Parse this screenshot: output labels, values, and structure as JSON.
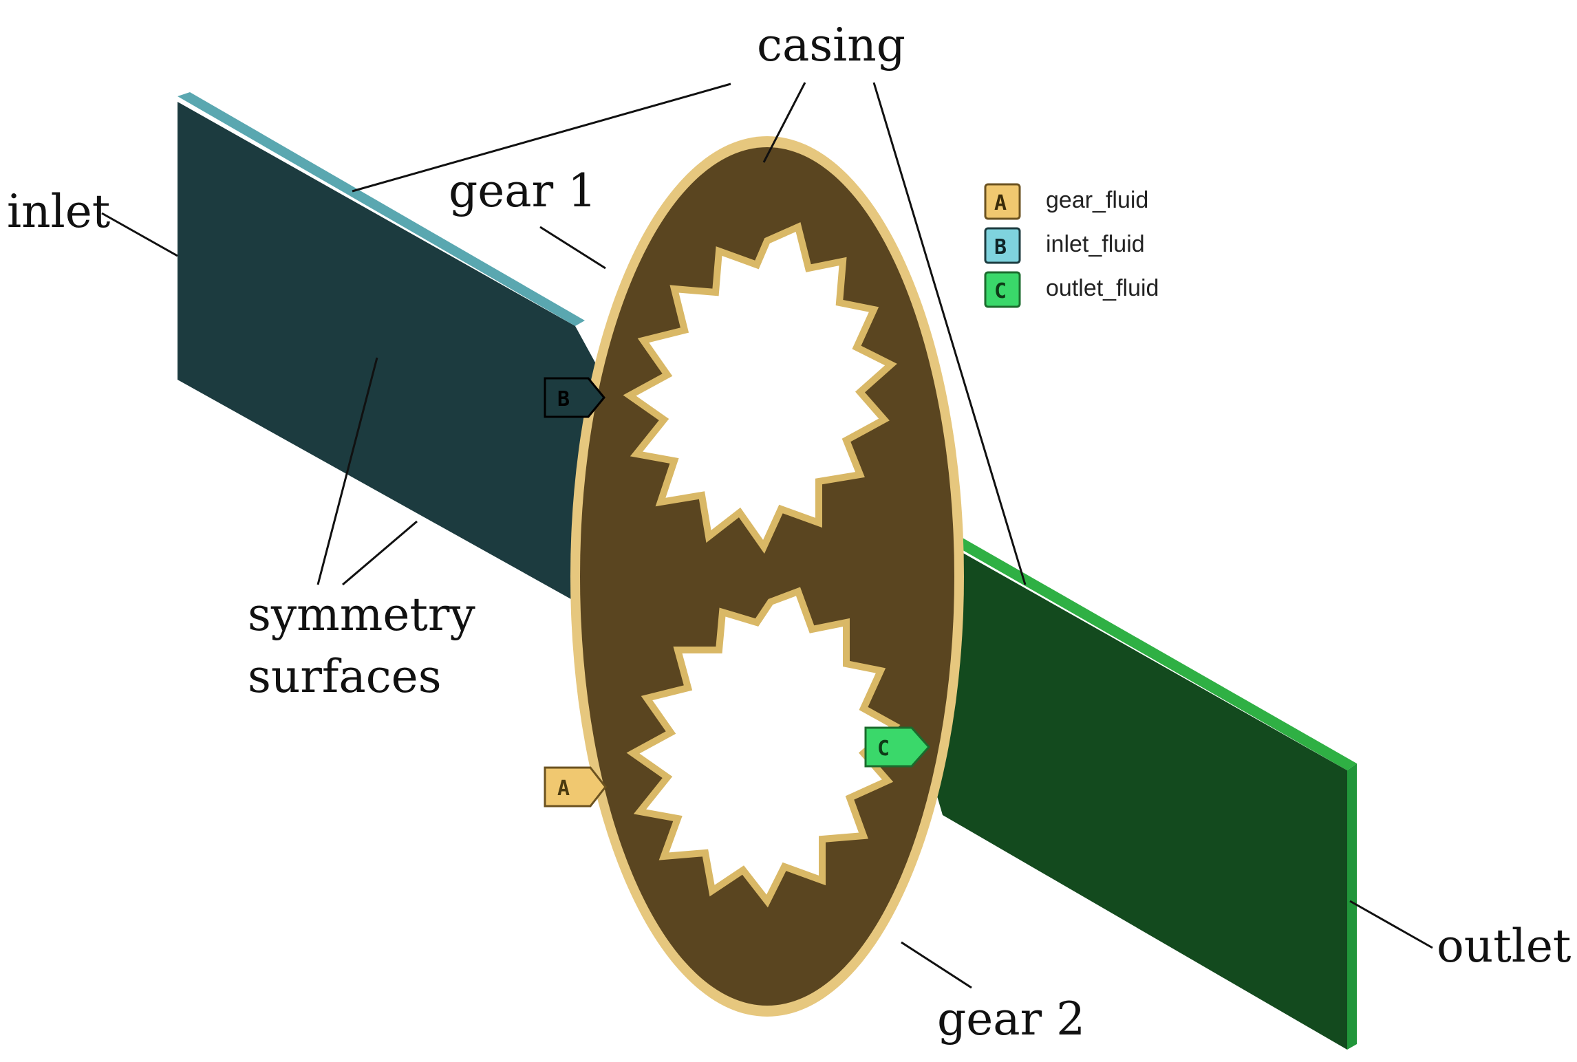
{
  "labels": {
    "casing": "casing",
    "gear1": "gear 1",
    "gear2": "gear 2",
    "inlet": "inlet",
    "outlet": "outlet",
    "symmetry_line1": "symmetry",
    "symmetry_line2": "surfaces"
  },
  "legend": [
    {
      "letter": "A",
      "name": "gear_fluid",
      "color": "#f0c870"
    },
    {
      "letter": "B",
      "name": "inlet_fluid",
      "color": "#7fd3de"
    },
    {
      "letter": "C",
      "name": "outlet_fluid",
      "color": "#3ad86a"
    }
  ],
  "tags": {
    "a": "A",
    "b": "B",
    "c": "C"
  },
  "colors": {
    "inlet_face": "#1c3b3f",
    "inlet_edge": "#5aa7b0",
    "outlet_face": "#134a1e",
    "outlet_edge": "#2fb044",
    "casing_rim": "#e6c77e",
    "casing_inner": "#5a4520",
    "tooth_highlight": "#d9b866"
  }
}
